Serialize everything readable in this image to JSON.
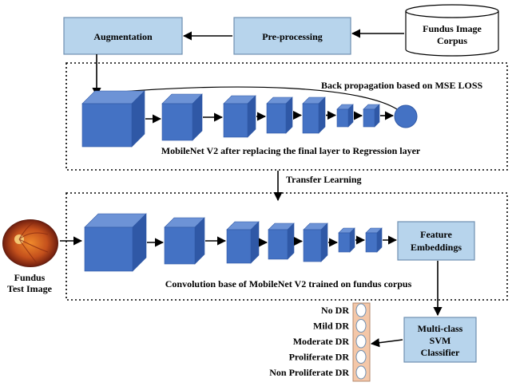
{
  "nodes": {
    "corpus": [
      "Fundus Image",
      "Corpus"
    ],
    "preprocessing": "Pre-processing",
    "augmentation": "Augmentation",
    "backprop": "Back propagation based on MSE LOSS",
    "mobilenet_regression": "MobileNet V2 after replacing the final layer to Regression layer",
    "transfer": "Transfer Learning",
    "test_image": [
      "Fundus",
      "Test Image"
    ],
    "feature": [
      "Feature",
      "Embeddings"
    ],
    "conv_base": "Convolution base of MobileNet V2 trained on fundus corpus",
    "svm": [
      "Multi-class",
      "SVM",
      "Classifier"
    ]
  },
  "classes": [
    "No DR",
    "Mild DR",
    "Moderate DR",
    "Proliferate DR",
    "Non Proliferate DR"
  ],
  "colors": {
    "box_fill": "#b7d4ec",
    "box_stroke": "#6f8fb1",
    "cube_front": "#4472c4",
    "cube_top": "#6d93d6",
    "cube_side": "#2f58a6",
    "bubble_fill": "#f4c7a8",
    "bubble_stroke": "#b38a6e"
  }
}
